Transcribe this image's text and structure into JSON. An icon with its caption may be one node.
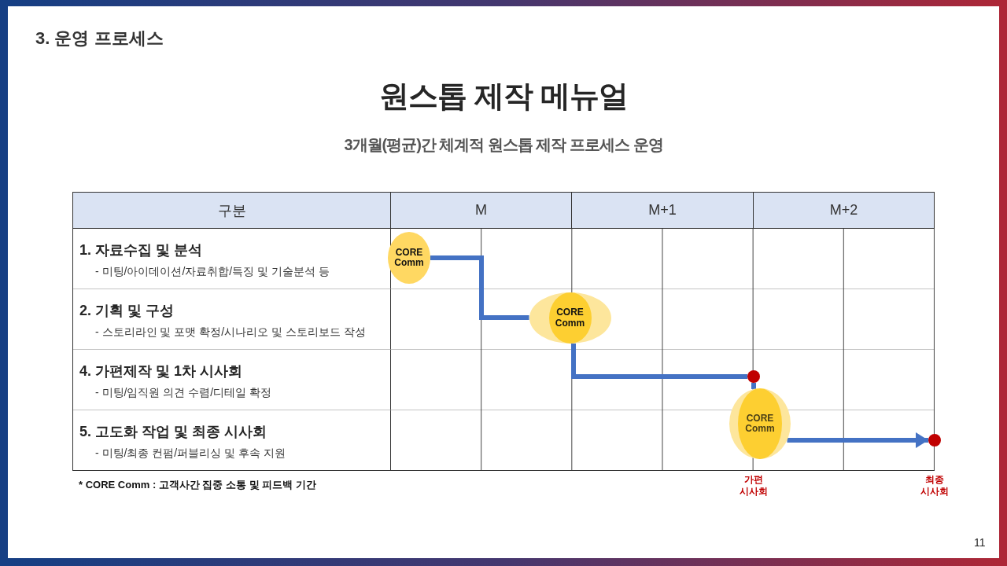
{
  "diagram": {
    "title": "원스톱 제작 메뉴얼",
    "nodes": [
      {
        "text": [
          "CORE Comm"
        ]
      },
      {
        "text": [
          "CORE Comm"
        ]
      },
      {
        "text": [],
        "shape": "circle"
      },
      {
        "text": [
          "CORE Comm"
        ]
      },
      {
        "text": [],
        "shape": "circle"
      }
    ],
    "edges": [
      {
        "from": 0,
        "to": 1,
        "arrow": "none"
      },
      {
        "from": 1,
        "to": 2,
        "arrow": "none"
      },
      {
        "from": 2,
        "to": 3,
        "arrow": "none"
      },
      {
        "from": 3,
        "to": 4,
        "arrow": "to"
      }
    ],
    "labels": [
      "3. 운영 프로세스",
      "3개월(평균)간 체계적 원스톱 제작 프로세스 운영",
      "구분",
      "M",
      "M+1",
      "M+2",
      "1. 자료수집 및 분석",
      "- 미팅/아이데이션/자료취합/특징 및 기술분석 등",
      "2. 기획 및 구성",
      "- 스토리라인 및 포맷 확정/시나리오 및 스토리보드 작성",
      "4. 가편제작 및 1차 시사회",
      "- 미팅/임직원 의견 수렴/디테일 확정",
      "5. 고도화 작업 및 최종 시사회",
      "- 미팅/최종 컨펌/퍼블리싱 및 후속 지원",
      "* CORE Comm : 고객사간 집중 소통 및 피드백 기간",
      "가편 시사회",
      "최종 시사회",
      "11"
    ]
  }
}
